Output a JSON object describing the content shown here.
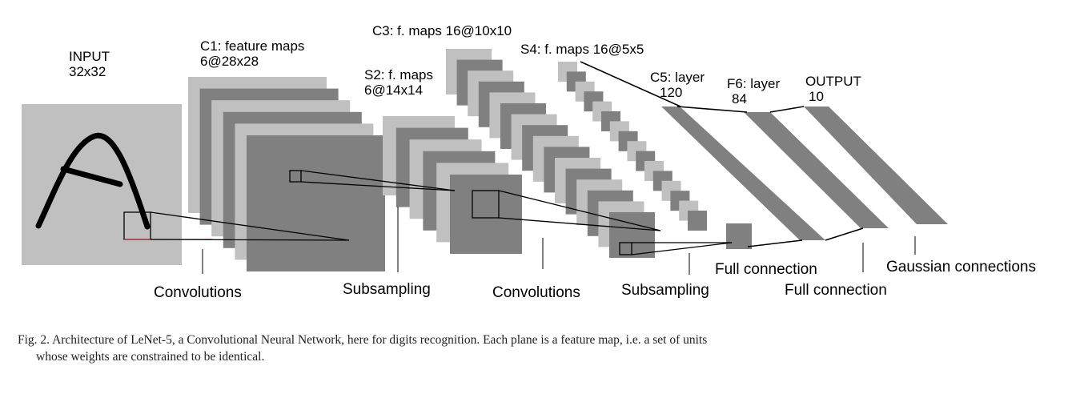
{
  "colors": {
    "light": "#c0c0c0",
    "dark": "#808080",
    "ink": "#000000",
    "accent": "#a83a3a"
  },
  "labels": {
    "input": [
      "INPUT",
      "32x32"
    ],
    "c1": [
      "C1: feature maps",
      "6@28x28"
    ],
    "s2": [
      "S2: f. maps",
      "6@14x14"
    ],
    "c3": "C3: f. maps 16@10x10",
    "s4": "S4: f. maps 16@5x5",
    "c5": [
      "C5: layer",
      "120"
    ],
    "f6": [
      "F6: layer",
      "84"
    ],
    "output": [
      "OUTPUT",
      "10"
    ]
  },
  "operations": {
    "conv1": "Convolutions",
    "sub1": "Subsampling",
    "conv2": "Convolutions",
    "sub2": "Subsampling",
    "full1": "Full connection",
    "full2": "Full connection",
    "gauss": "Gaussian connections"
  },
  "caption": {
    "line1": "Fig. 2.   Architecture of LeNet-5, a Convolutional Neural Network, here for digits recognition. Each plane is a feature map, i.e. a set of units",
    "line2": "whose weights are constrained to be identical."
  }
}
